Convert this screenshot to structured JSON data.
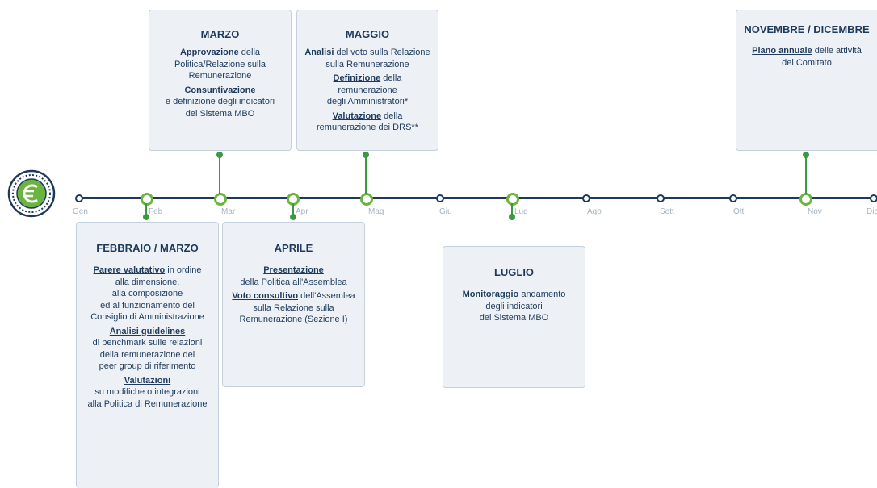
{
  "months": [
    "Gen",
    "Feb",
    "Mar",
    "Apr",
    "Mag",
    "Giu",
    "Lug",
    "Ago",
    "Sett",
    "Ott",
    "Nov",
    "Dic"
  ],
  "colors": {
    "line": "#1d3a5c",
    "accent": "#6bb43d",
    "connector": "#3a9a3f",
    "box_bg": "#edf1f6",
    "label": "#a6b2c2"
  },
  "icon": "euro-coin-icon",
  "boxes": {
    "marzo": {
      "title": "MARZO",
      "p1_u": "Approvazione",
      "p1_a": " della",
      "p1_b": "Politica/Relazione sulla",
      "p1_c": "Remunerazione",
      "p2_u": "Consuntivazione",
      "p2_a": "e definizione degli indicatori",
      "p2_b": "del Sistema MBO"
    },
    "maggio": {
      "title": "MAGGIO",
      "p1_u": "Analisi",
      "p1_a": " del voto sulla Relazione",
      "p1_b": "sulla Remunerazione",
      "p2_u": "Definizione",
      "p2_a": " della",
      "p2_b": "remunerazione",
      "p2_c": "degli Amministratori*",
      "p3_u": "Valutazione",
      "p3_a": " della",
      "p3_b": "remunerazione dei DRS**"
    },
    "novdic": {
      "title": "NOVEMBRE / DICEMBRE",
      "p1_u": "Piano annuale",
      "p1_a": " delle attività",
      "p1_b": "del Comitato"
    },
    "febmar": {
      "title": "FEBBRAIO / MARZO",
      "p1_u": "Parere valutativo",
      "p1_a": " in ordine",
      "p1_b": "alla dimensione,",
      "p1_c": "alla composizione",
      "p1_d": "ed al funzionamento del",
      "p1_e": "Consiglio di Amministrazione",
      "p2_u": "Analisi guidelines",
      "p2_a": "di benchmark sulle relazioni",
      "p2_b": "della remunerazione del",
      "p2_c": "peer group di riferimento",
      "p3_u": "Valutazioni",
      "p3_a": "su modifiche o integrazioni",
      "p3_b": "alla Politica di Remunerazione"
    },
    "aprile": {
      "title": "APRILE",
      "p1_u": "Presentazione",
      "p1_a": "della Politica all'Assemblea",
      "p2_u": "Voto consultivo",
      "p2_a": " dell'Assemlea",
      "p2_b": "sulla Relazione sulla",
      "p2_c": "Remunerazione (Sezione I)"
    },
    "luglio": {
      "title": "LUGLIO",
      "p1_u": "Monitoraggio",
      "p1_a": " andamento",
      "p1_b": "degli indicatori",
      "p1_c": "del Sistema MBO"
    }
  }
}
